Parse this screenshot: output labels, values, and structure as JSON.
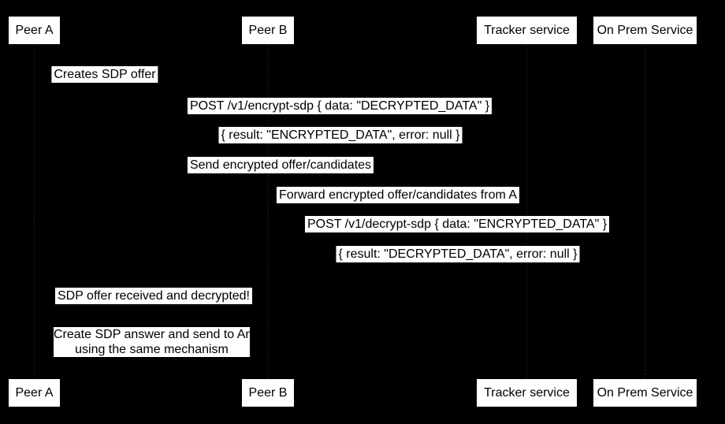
{
  "diagram": {
    "type": "sequence-diagram",
    "background_color": "#000000",
    "box_fill_color": "#ffffff",
    "box_text_color": "#000000"
  },
  "participants": [
    {
      "label": "Peer A"
    },
    {
      "label": "Peer B"
    },
    {
      "label": "Tracker service"
    },
    {
      "label": "On Prem Service"
    }
  ],
  "messages": [
    {
      "text": "Creates SDP offer"
    },
    {
      "text": "POST /v1/encrypt-sdp { data: \"DECRYPTED_DATA\" }"
    },
    {
      "text": "{ result: \"ENCRYPTED_DATA\", error: null }"
    },
    {
      "text": "Send encrypted offer/candidates"
    },
    {
      "text": "Forward encrypted offer/candidates from A"
    },
    {
      "text": "POST /v1/decrypt-sdp { data: \"ENCRYPTED_DATA\" }"
    },
    {
      "text": "{ result: \"DECRYPTED_DATA\", error: null }"
    },
    {
      "text": "SDP offer received and decrypted!"
    }
  ],
  "note": {
    "line1": "Create SDP answer and send to An",
    "line2": "using the same mechanism"
  }
}
